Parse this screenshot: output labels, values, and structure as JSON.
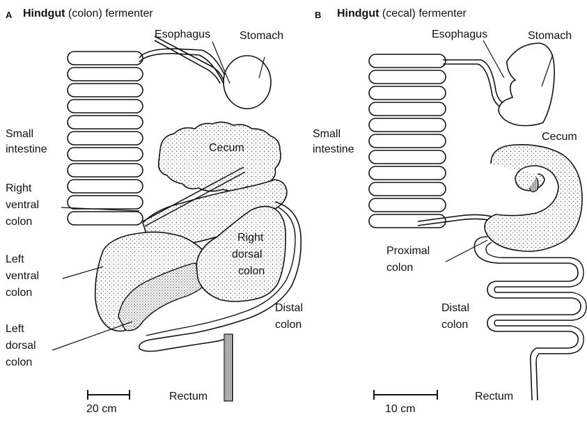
{
  "panel_a": {
    "letter": "A",
    "title_bold": "Hindgut",
    "title_rest": " (colon) fermenter",
    "labels": {
      "esophagus": "Esophagus",
      "stomach": "Stomach",
      "small_intestine_1": "Small",
      "small_intestine_2": "intestine",
      "cecum": "Cecum",
      "right_ventral_1": "Right",
      "right_ventral_2": "ventral",
      "right_ventral_3": "colon",
      "left_ventral_1": "Left",
      "left_ventral_2": "ventral",
      "left_ventral_3": "colon",
      "left_dorsal_1": "Left",
      "left_dorsal_2": "dorsal",
      "left_dorsal_3": "colon",
      "right_dorsal_1": "Right",
      "right_dorsal_2": "dorsal",
      "right_dorsal_3": "colon",
      "distal_1": "Distal",
      "distal_2": "colon",
      "rectum": "Rectum"
    },
    "scale": "20 cm"
  },
  "panel_b": {
    "letter": "B",
    "title_bold": "Hindgut",
    "title_rest": " (cecal) fermenter",
    "labels": {
      "esophagus": "Esophagus",
      "stomach": "Stomach",
      "small_intestine_1": "Small",
      "small_intestine_2": "intestine",
      "cecum": "Cecum",
      "proximal_1": "Proximal",
      "proximal_2": "colon",
      "distal_1": "Distal",
      "distal_2": "colon",
      "rectum": "Rectum"
    },
    "scale": "10 cm"
  }
}
